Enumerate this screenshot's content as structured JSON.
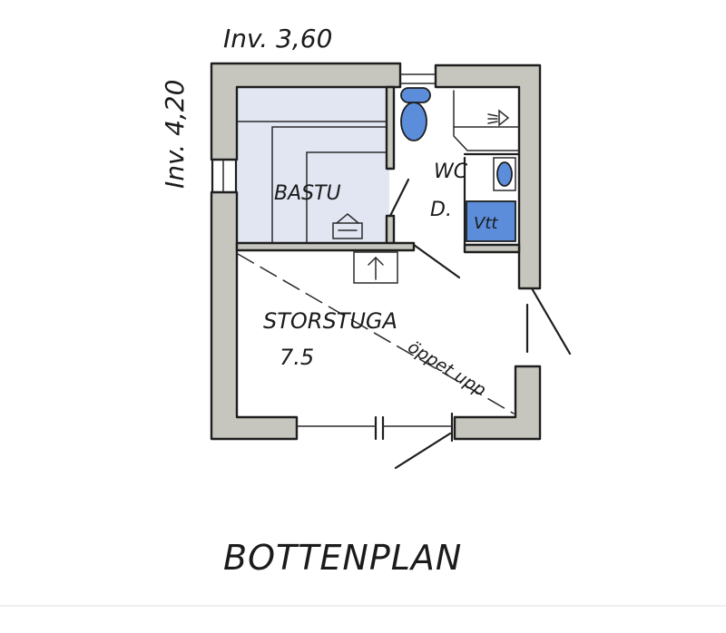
{
  "dimensions": {
    "width_label": "Inv. 3,60",
    "height_label": "Inv. 4,20"
  },
  "rooms": {
    "sauna": "BASTU",
    "wc": "WC",
    "shower": "D.",
    "main_room": "STORSTUGA",
    "main_room_area": "7.5",
    "laundry": "Vtt"
  },
  "annotations": {
    "open_up": "öppet upp"
  },
  "title": "BOTTENPLAN",
  "colors": {
    "wall_fill": "#c7c6be",
    "sauna_fill": "#e1e6f2",
    "fixture_blue": "#5b8ddb",
    "ink": "#1e1e1e"
  }
}
